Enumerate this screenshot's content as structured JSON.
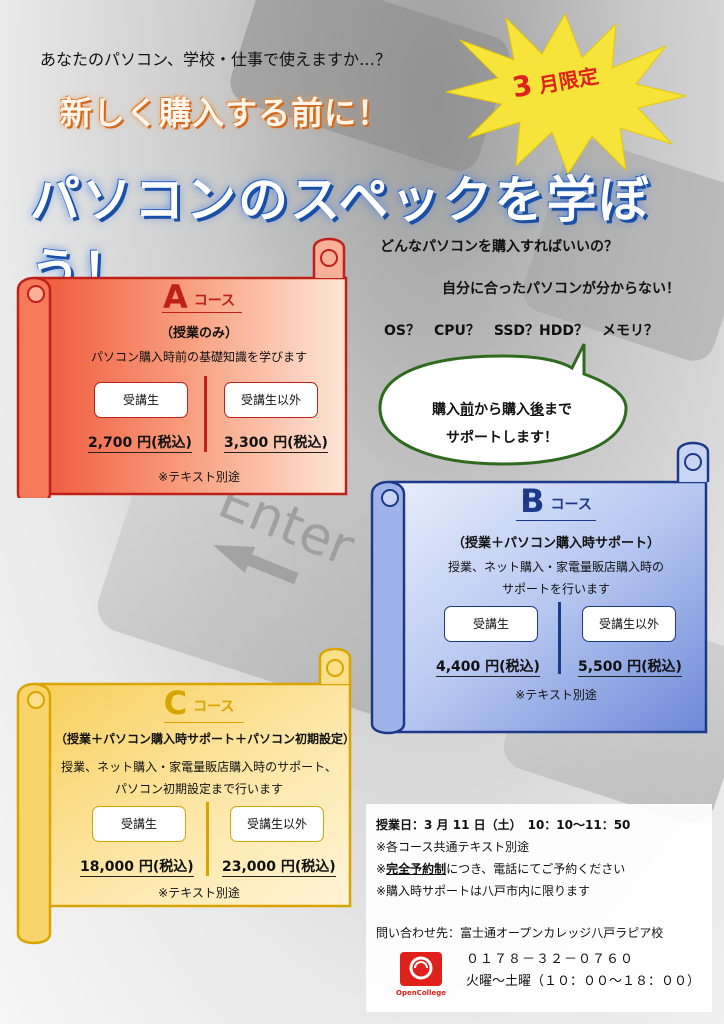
{
  "intro": "あなたのパソコン、学校・仕事で使えますか…？",
  "headline_1": "新しく購入する前に！",
  "headline_2": "パソコンのスペックを学ぼう！",
  "badge": {
    "number": "3",
    "text": "月限定"
  },
  "questions": {
    "q1": "どんなパソコンを購入すればいいの？",
    "q2": "自分に合ったパソコンが分からない！",
    "q3": "OS？　CPU？　SSD？HDD？　メモリ？"
  },
  "bubble": {
    "part1": "購入",
    "part1u": "前",
    "part2": "から購入",
    "part2u": "後",
    "part3": "まで",
    "line2": "サポートします！"
  },
  "course_a": {
    "letter": "A",
    "word": "コース",
    "subtitle": "（授業のみ）",
    "description": "パソコン購入時前の基礎知識を学びます",
    "label_student": "受講生",
    "label_other": "受講生以外",
    "price_student": "2,700 円(税込)",
    "price_other": "3,300 円(税込)",
    "note": "※テキスト別途"
  },
  "course_b": {
    "letter": "B",
    "word": "コース",
    "subtitle": "（授業＋パソコン購入時サポート）",
    "description_1": "授業、ネット購入・家電量販店購入時の",
    "description_2": "サポートを行います",
    "label_student": "受講生",
    "label_other": "受講生以外",
    "price_student": "4,400 円(税込)",
    "price_other": "5,500 円(税込)",
    "note": "※テキスト別途"
  },
  "course_c": {
    "letter": "C",
    "word": "コース",
    "subtitle": "（授業＋パソコン購入時サポート＋パソコン初期設定）",
    "description_1": "授業、ネット購入・家電量販店購入時のサポート、",
    "description_2": "パソコン初期設定まで行います",
    "label_student": "受講生",
    "label_other": "受講生以外",
    "price_student": "18,000 円(税込)",
    "price_other": "23,000 円(税込)",
    "note": "※テキスト別途"
  },
  "info": {
    "date_label": "授業日：",
    "date_value": "3 月 11 日（土）　10：10～11：50",
    "note_1": "※各コース共通テキスト別途",
    "note_2_prefix": "※",
    "note_2_bold": "完全予約制",
    "note_2_suffix": "につき、電話にてご予約ください",
    "note_3": "※購入時サポートは八戸市内に限ります",
    "contact_label": "問い合わせ先：",
    "contact_name": "富士通オープンカレッジ八戸ラピア校",
    "phone": "０１７８－３２－０７６０",
    "hours": "火曜～土曜（１０：００～１８：００）",
    "logo_text": "OpenCollege"
  },
  "colors": {
    "course_a_border": "#c0201a",
    "course_a_fill": "#f26a4a",
    "course_b_border": "#1d3a8a",
    "course_b_fill": "#7f98dd",
    "course_c_border": "#d9a400",
    "course_c_fill": "#f8d776",
    "badge": "#f7e43a",
    "badge_text": "#e0201a"
  }
}
